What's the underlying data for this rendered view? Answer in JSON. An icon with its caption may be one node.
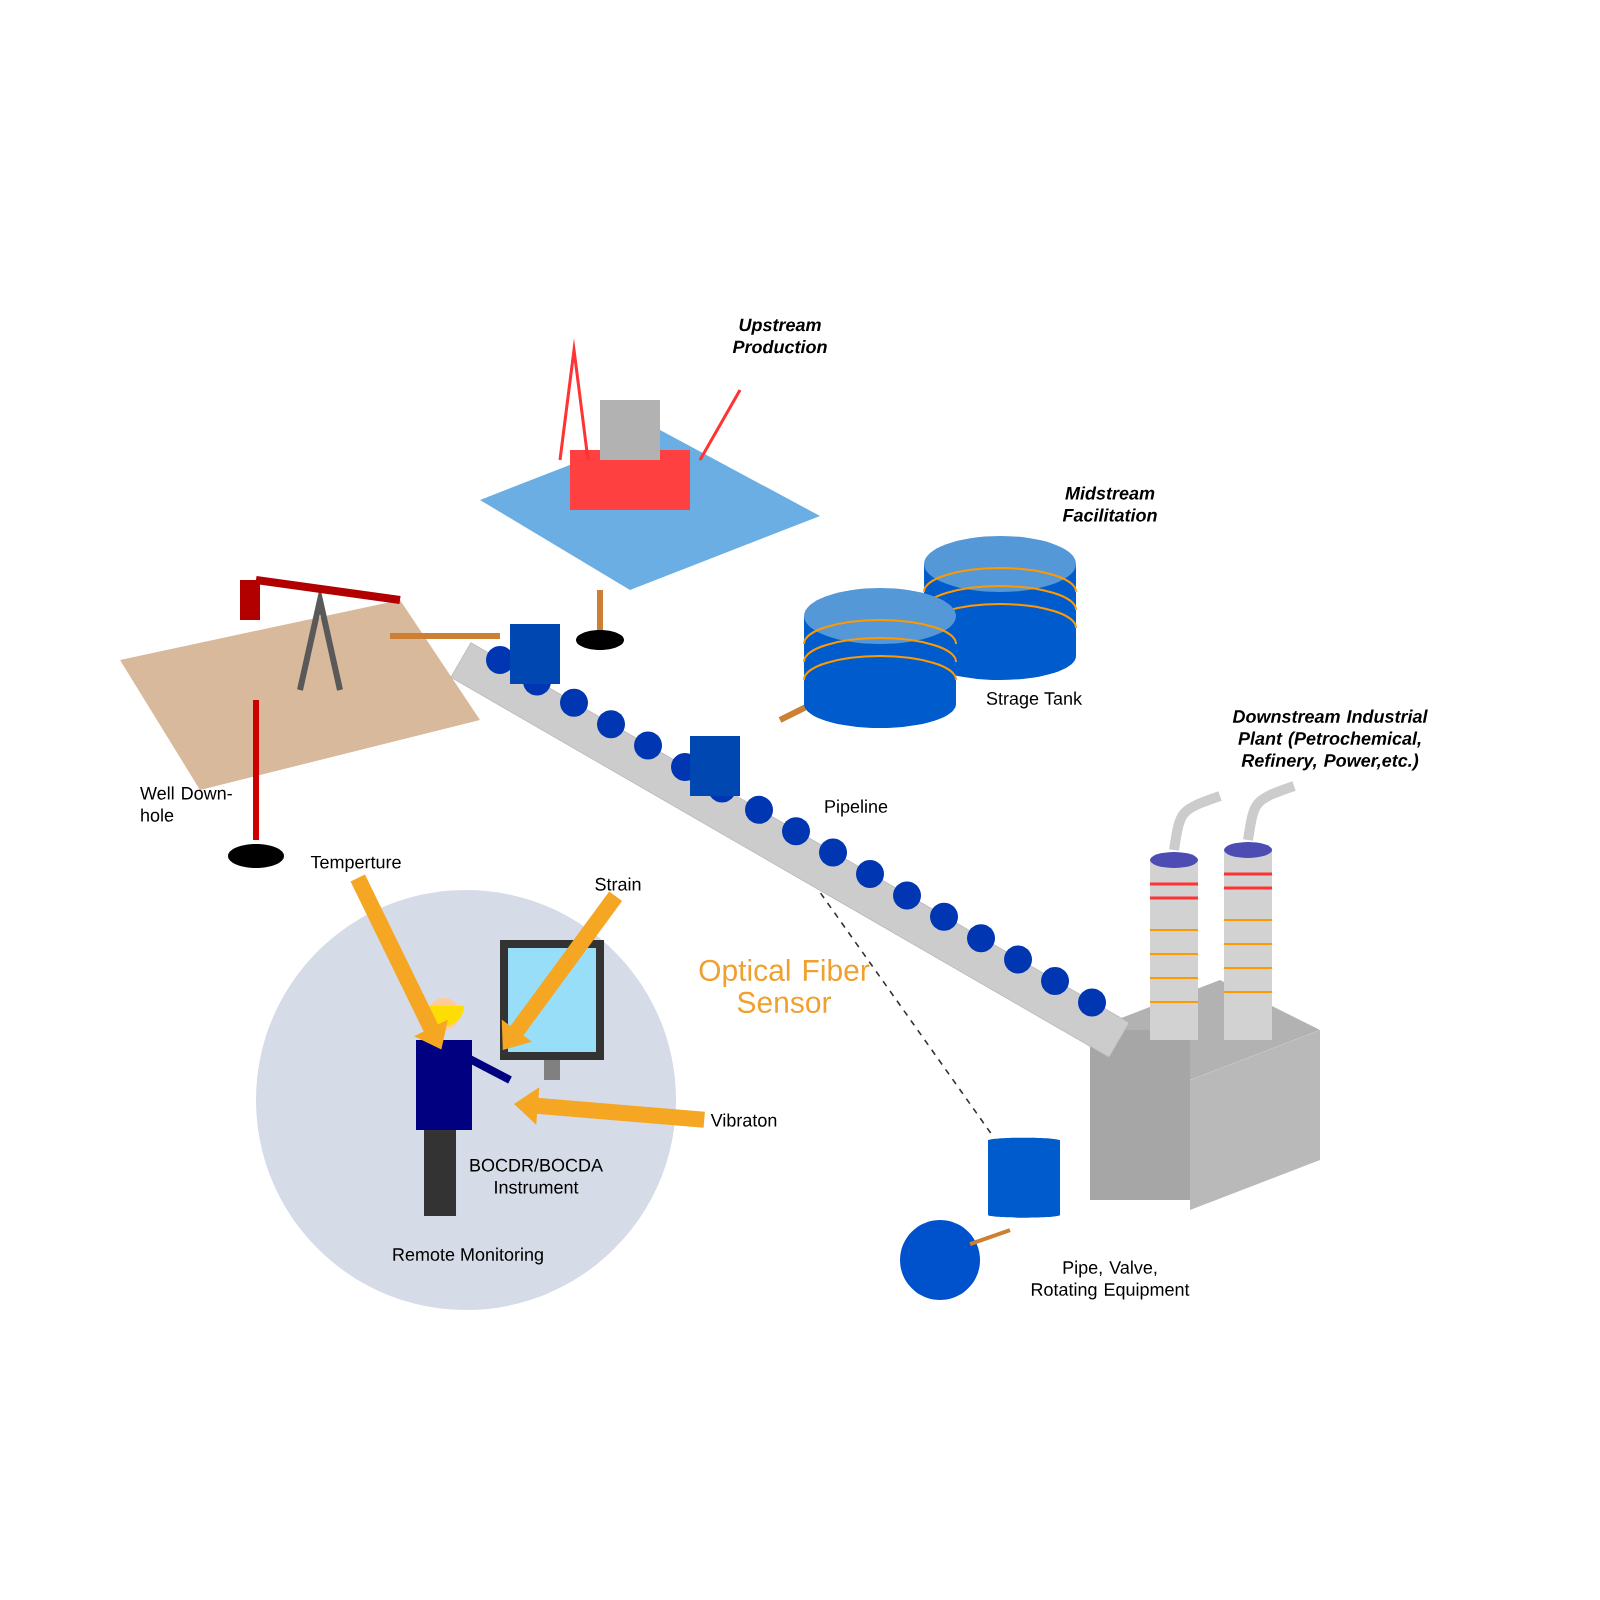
{
  "diagram": {
    "nodes": [
      {
        "text": [
          "BOCDR/BOCDA Instrument",
          "Remote Monitoring"
        ]
      },
      {
        "text": [
          "Temperture"
        ]
      },
      {
        "text": [
          "Strain"
        ]
      },
      {
        "text": [
          "Vibraton"
        ]
      },
      {
        "text": [
          "Optical Fiber Sensor"
        ]
      },
      {
        "text": [],
        "shape": "picture",
        "beside": [
          "Pipeline"
        ]
      },
      {
        "text": [],
        "shape": "picture",
        "beside": [
          "Pipe, Valve, Rotating Equipment"
        ]
      }
    ],
    "edges": [
      {
        "from": 1,
        "to": 0,
        "arrow": "to"
      },
      {
        "from": 2,
        "to": 0,
        "arrow": "to"
      },
      {
        "from": 3,
        "to": 0,
        "arrow": "to"
      },
      {
        "from": 5,
        "to": 6,
        "arrow": "none",
        "style": "dashed",
        "color": "#333333"
      }
    ],
    "labels": [
      "Upstream Production",
      "Midstream Facilitation",
      "Strage Tank",
      "Downstream Industrial Plant (Petrochemical, Refinery, Power,etc.)",
      "Well Down-hole"
    ]
  }
}
